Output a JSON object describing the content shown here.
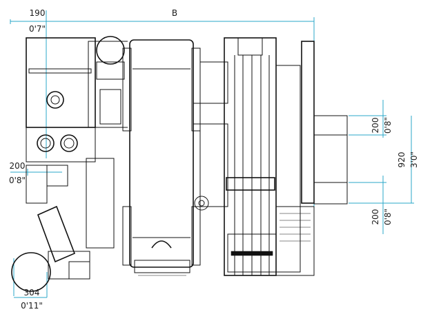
{
  "dimensions": {
    "b_label": "B",
    "top_left": {
      "metric": "190",
      "imperial": "0'7\""
    },
    "left_mid": {
      "metric": "200",
      "imperial": "0'8\""
    },
    "bottom_left": {
      "metric": "304",
      "imperial": "0'11\""
    },
    "right_top": {
      "metric": "200",
      "imperial": "0'8\""
    },
    "right_total": {
      "metric": "920",
      "imperial": "3'0\""
    },
    "right_bottom": {
      "metric": "200",
      "imperial": "0'8\""
    }
  },
  "colors": {
    "dimension_line": "#2aa7c8",
    "linework": "#111111",
    "background": "#ffffff"
  }
}
